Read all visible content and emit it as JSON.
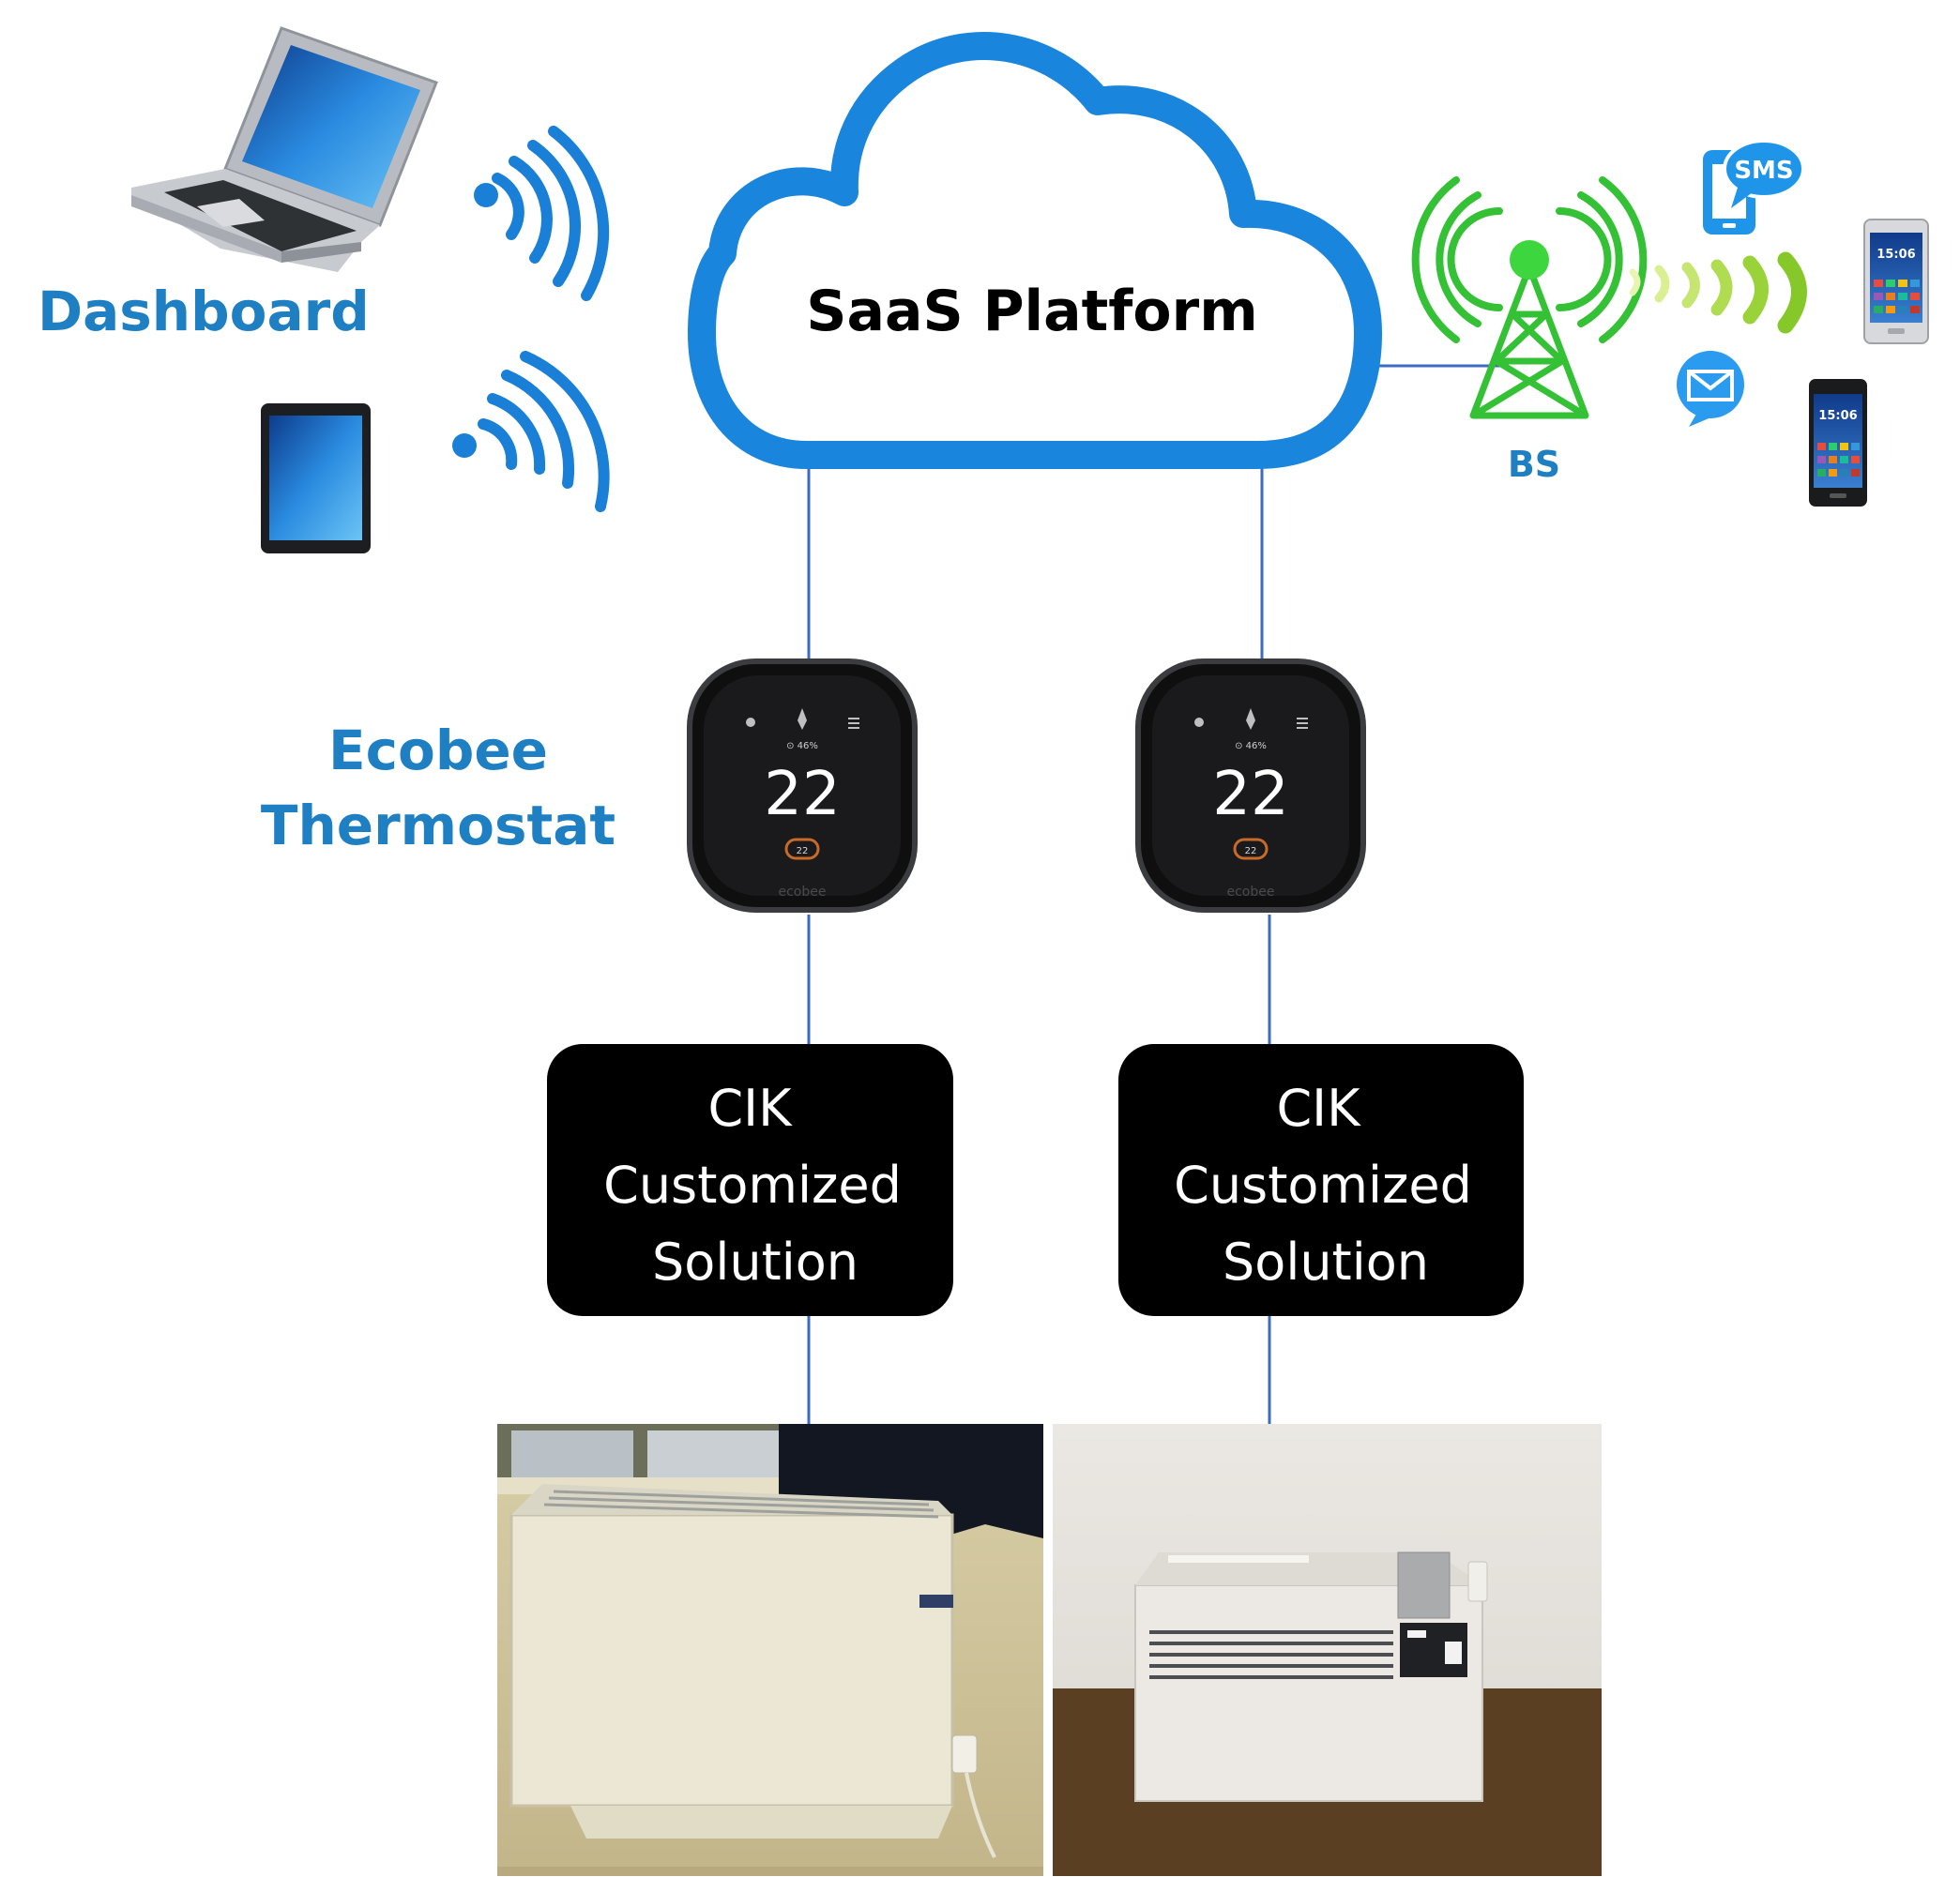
{
  "cloud": {
    "label": "SaaS Platform"
  },
  "dashboard": {
    "label": "Dashboard"
  },
  "base_station": {
    "label": "BS"
  },
  "sms_bubble": {
    "label": "SMS"
  },
  "thermostat_group": {
    "label_line1": "Ecobee",
    "label_line2": "Thermostat"
  },
  "thermostats": [
    {
      "temperature": "22",
      "humidity": "⊙ 46%",
      "button_value": "22",
      "brand": "ecobee"
    },
    {
      "temperature": "22",
      "humidity": "⊙ 46%",
      "button_value": "22",
      "brand": "ecobee"
    }
  ],
  "phones": [
    {
      "time": "15:06"
    },
    {
      "time": "15:06"
    }
  ],
  "solutions": [
    {
      "line1": "CIK",
      "line2": "Customized",
      "line3": "Solution"
    },
    {
      "line1": "CIK",
      "line2": "Customized",
      "line3": "Solution"
    }
  ],
  "colors": {
    "cloud_stroke": "#1a85dc",
    "wifi": "#1a7fd6",
    "label_blue": "#1f7fc3",
    "tower": "#35c135",
    "connector": "#3c6bc4",
    "box": "#000000"
  }
}
